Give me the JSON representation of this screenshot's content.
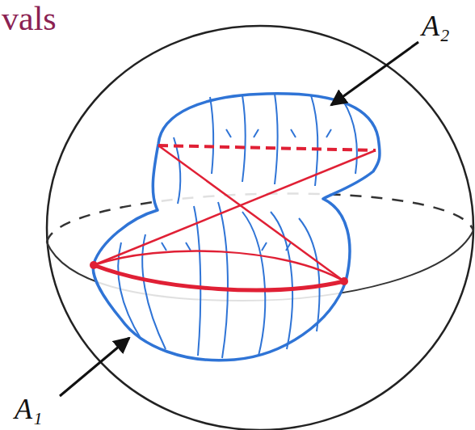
{
  "diagram": {
    "title": "vals",
    "labels": [
      "A₁",
      "A₂"
    ]
  }
}
